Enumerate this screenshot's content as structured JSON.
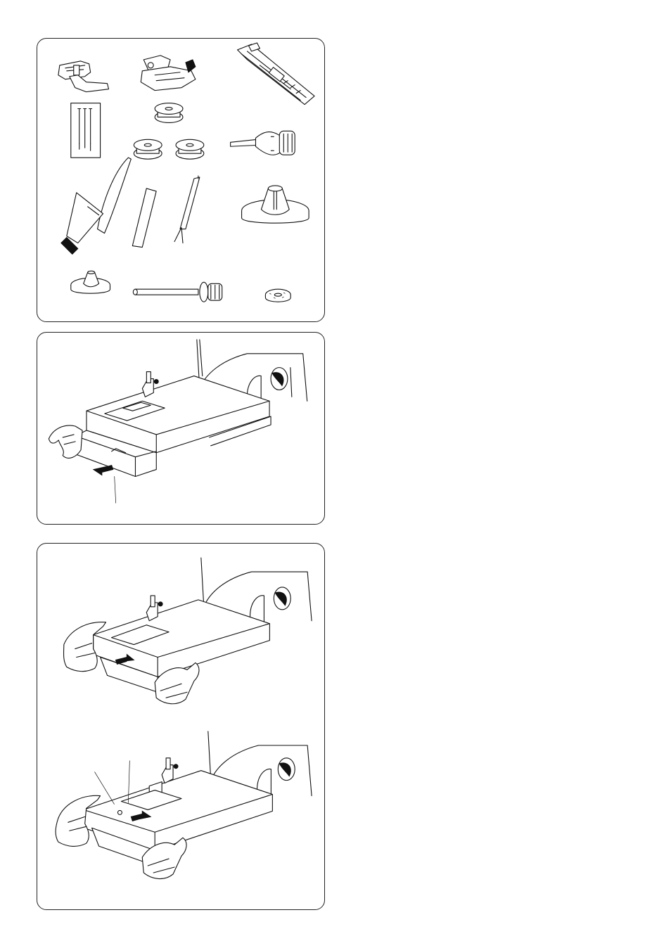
{
  "page": {
    "figures": [
      {
        "id": "accessories",
        "items": [
          "zipper-foot",
          "blind-stitch-foot",
          "buttonhole-foot",
          "needles",
          "bobbins",
          "screwdriver",
          "lint-brush",
          "seam-ripper",
          "large-spool-holder",
          "small-spool-holder",
          "spool-pin",
          "felt-washer"
        ]
      },
      {
        "id": "remove-extension-table"
      },
      {
        "id": "attach-extension-table"
      }
    ]
  },
  "icons": {
    "arrow": "arrow-icon",
    "hand": "hand-icon"
  },
  "colors": {
    "line": "#111111",
    "panel_border": "#222222",
    "background": "#ffffff"
  }
}
